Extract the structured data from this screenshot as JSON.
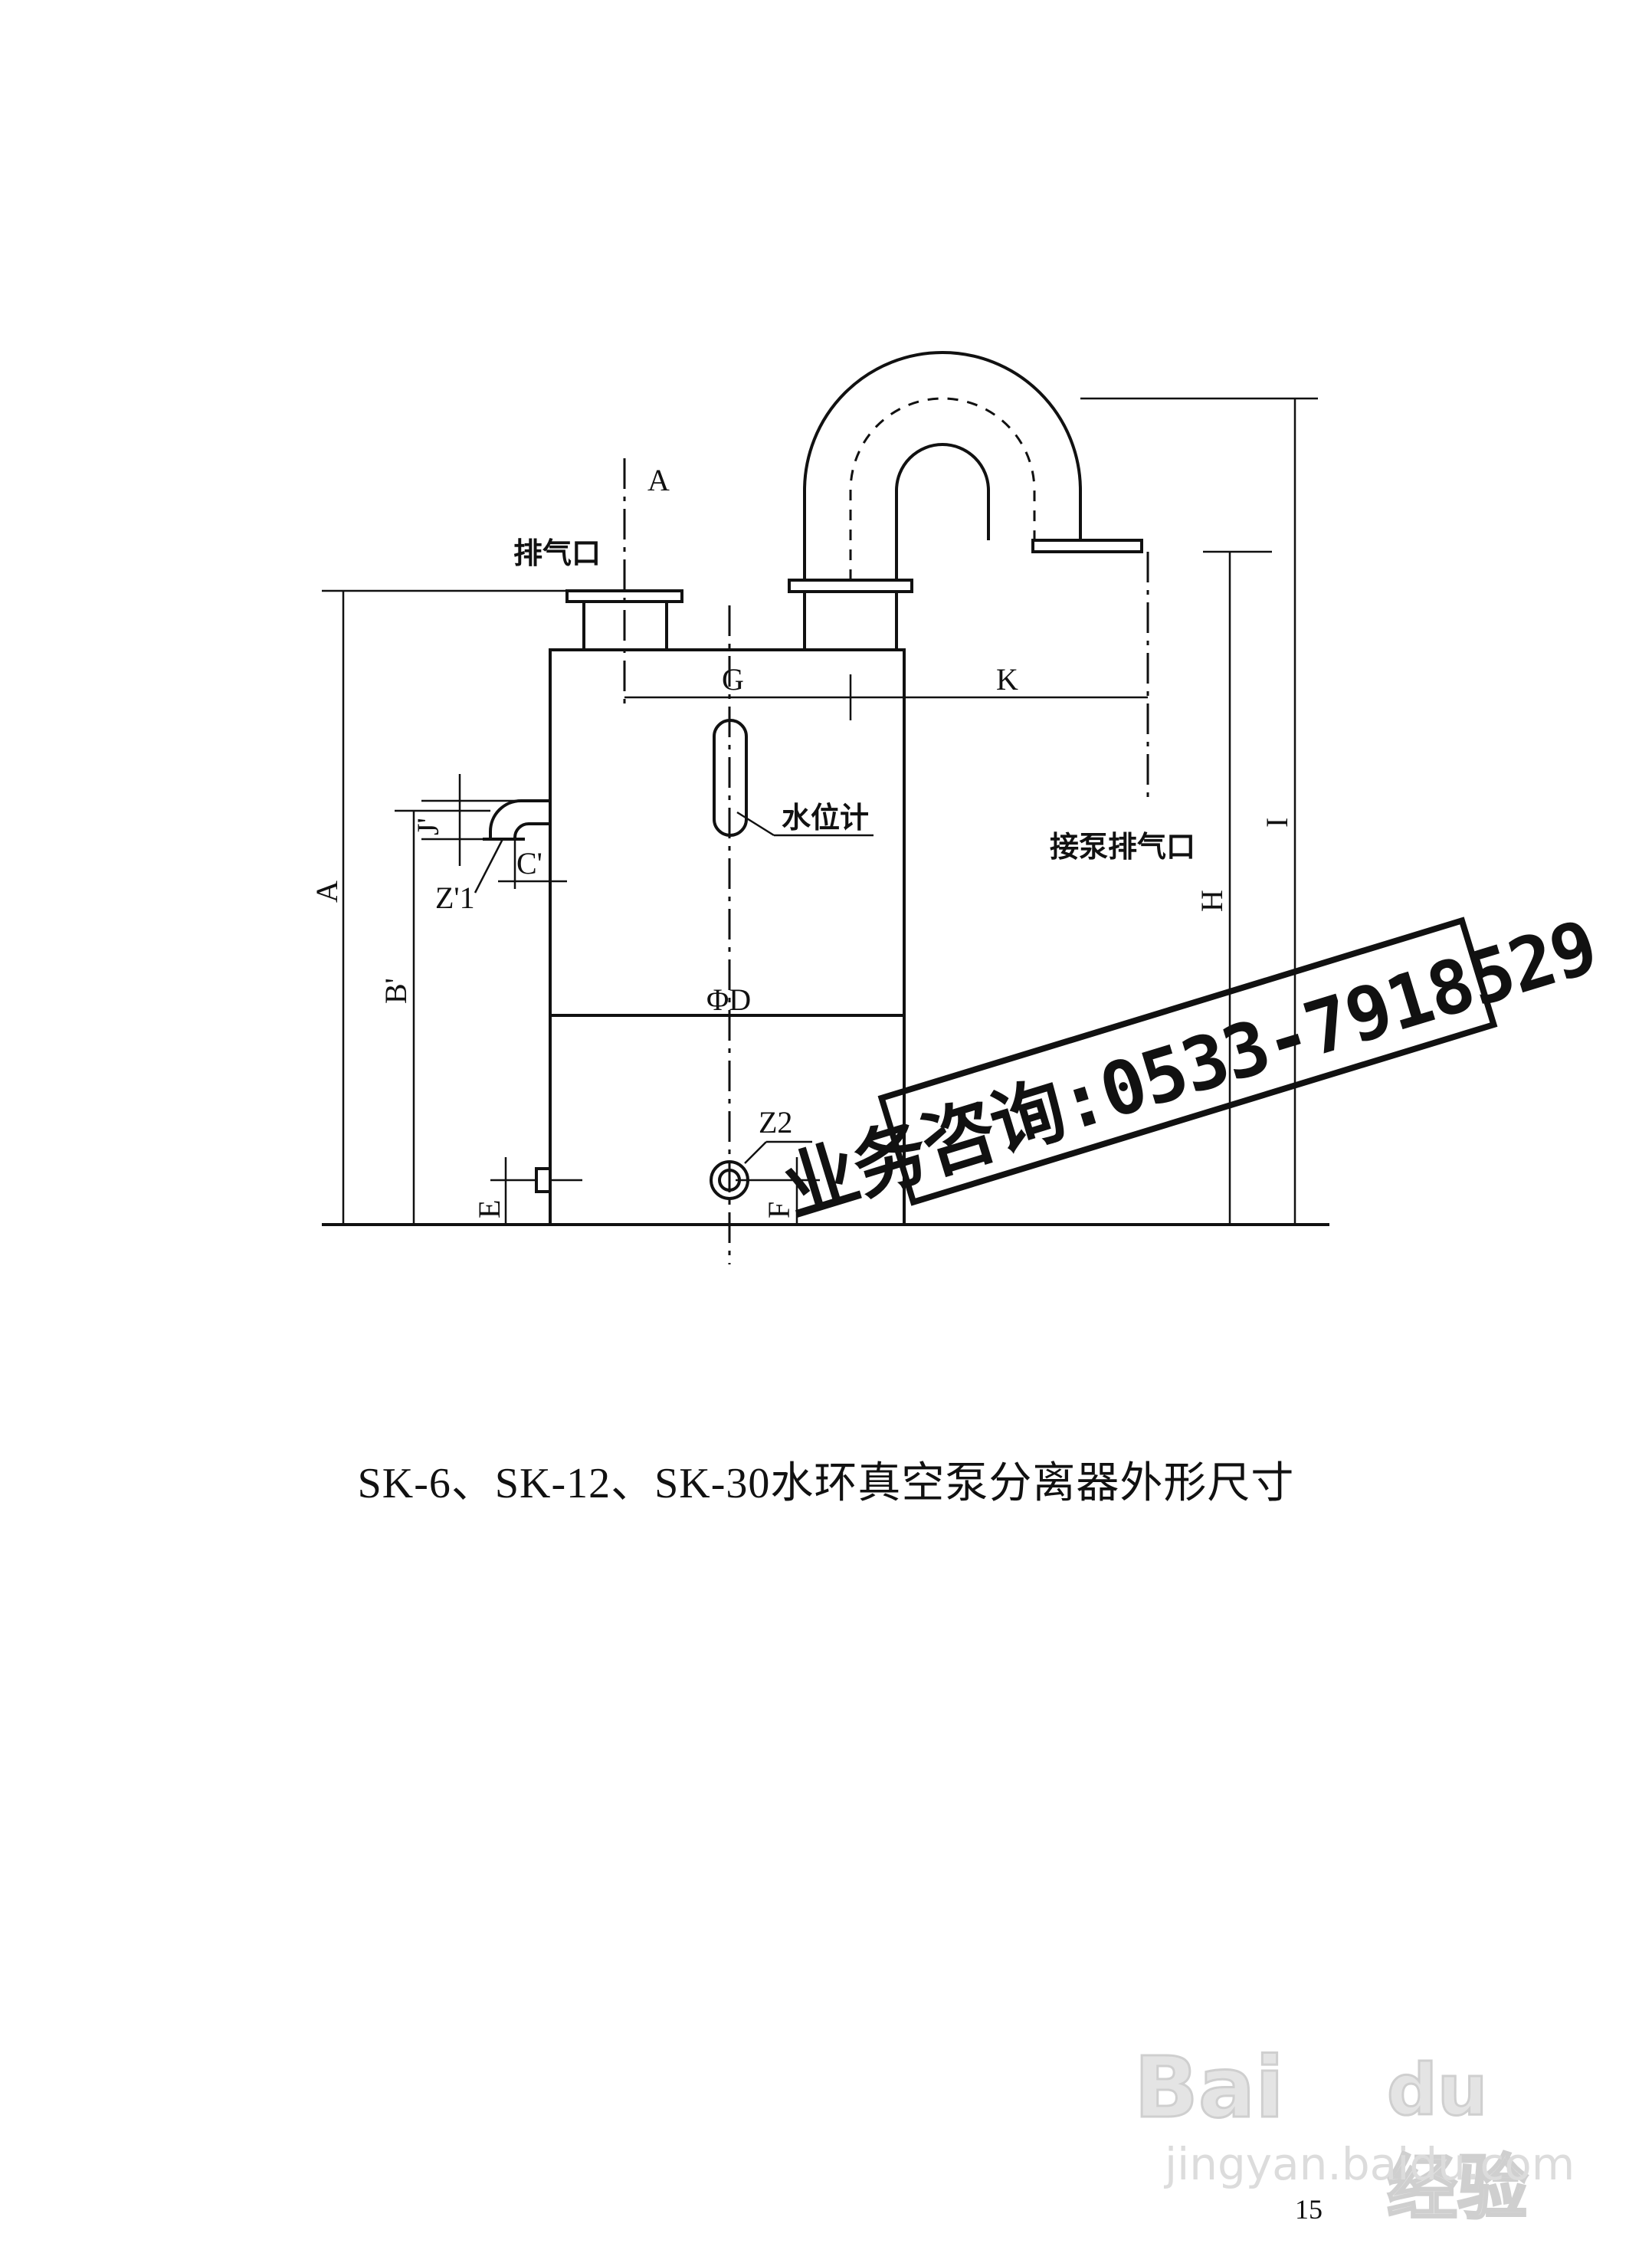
{
  "labels": {
    "exhaust_port": "排气口",
    "water_gauge": "水位计",
    "pump_exhaust_port": "接泵排气口",
    "dim_A_top": "A",
    "dim_A_side": "A",
    "dim_G": "G",
    "dim_K": "K",
    "dim_J": "J'",
    "dim_C": "C'",
    "dim_Z1": "Z'1",
    "dim_B": "B'",
    "dim_D": "ΦD",
    "dim_Z2": "Z2",
    "dim_E": "E",
    "dim_F": "F",
    "dim_H": "H",
    "dim_I": "I"
  },
  "caption": "SK-6、SK-12、SK-30水环真空泵分离器外形尺寸",
  "stamp": "业务咨询:0533-7918529",
  "page_number": "15",
  "watermark": {
    "logo_a": "Bai",
    "logo_b": "du经验",
    "url": "jingyan.baidu.com"
  }
}
